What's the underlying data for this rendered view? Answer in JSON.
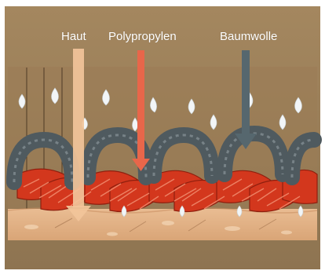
{
  "labels": {
    "skin": "Haut",
    "polypropylene": "Polypropylen",
    "cotton": "Baumwolle"
  },
  "colors": {
    "background": "#a98a62",
    "fabric_band": "#9b7d58",
    "skin_layer": "#e3b388",
    "skin_arrow": "#f2c49a",
    "polypropylene_arrow": "#e8664a",
    "cotton_arrow": "#5b6c72",
    "polypropylene_fiber": "#d5391f",
    "cotton_fiber": "#5f6a6f",
    "droplet": "#f3f6f8"
  },
  "icons": {
    "droplet": "water-droplet-icon",
    "arrow": "down-arrow-icon"
  }
}
